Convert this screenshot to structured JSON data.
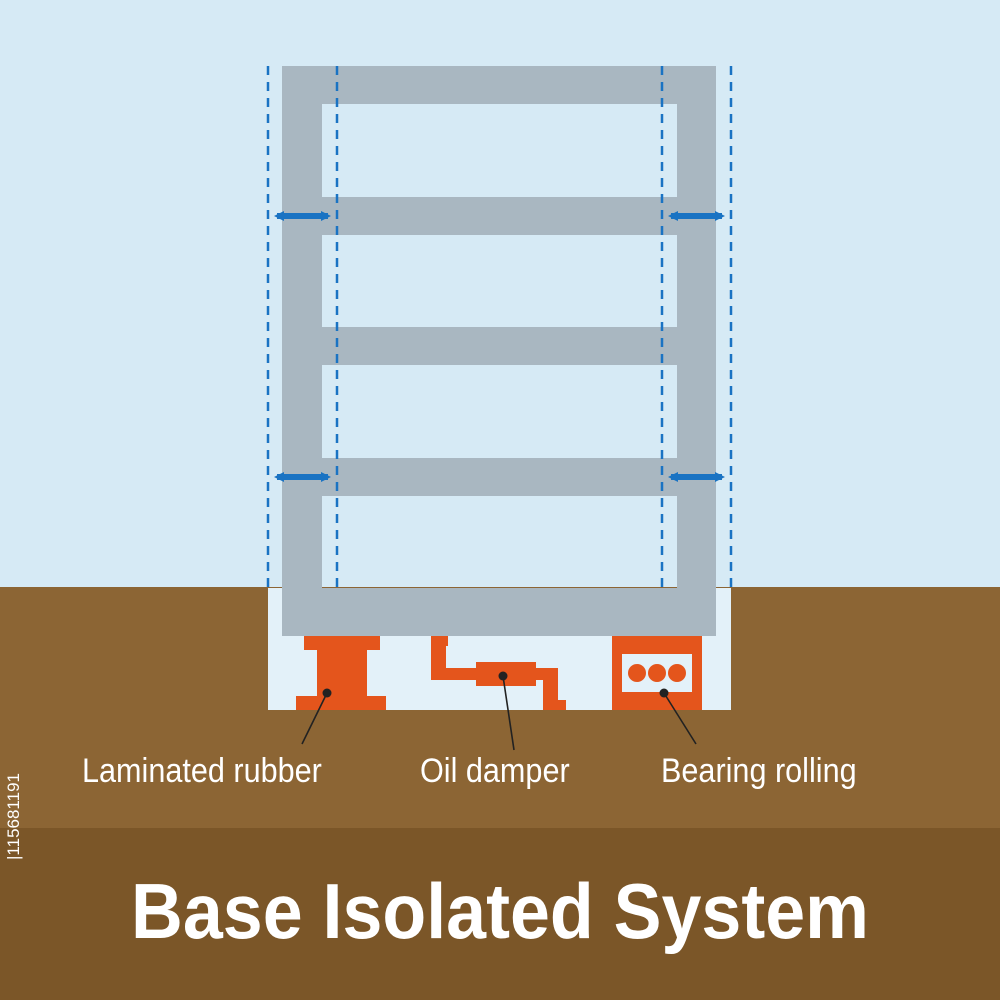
{
  "title": "Base Isolated System",
  "labels": {
    "laminated_rubber": "Laminated rubber",
    "oil_damper": "Oil damper",
    "bearing_rolling": "Bearing rolling"
  },
  "image_id": "|115681191",
  "colors": {
    "sky": "#d6eaf5",
    "ground": "#8c6534",
    "ground_band": "#7b5628",
    "frame": "#a9b7c1",
    "pit": "#e3f1f9",
    "isolator": "#e4551c",
    "arrow": "#1a73c3",
    "guide": "#1a73c3",
    "text": "#ffffff"
  },
  "icons": [
    "double-arrow-icon",
    "laminated-rubber-icon",
    "oil-damper-icon",
    "bearing-rolling-icon"
  ]
}
